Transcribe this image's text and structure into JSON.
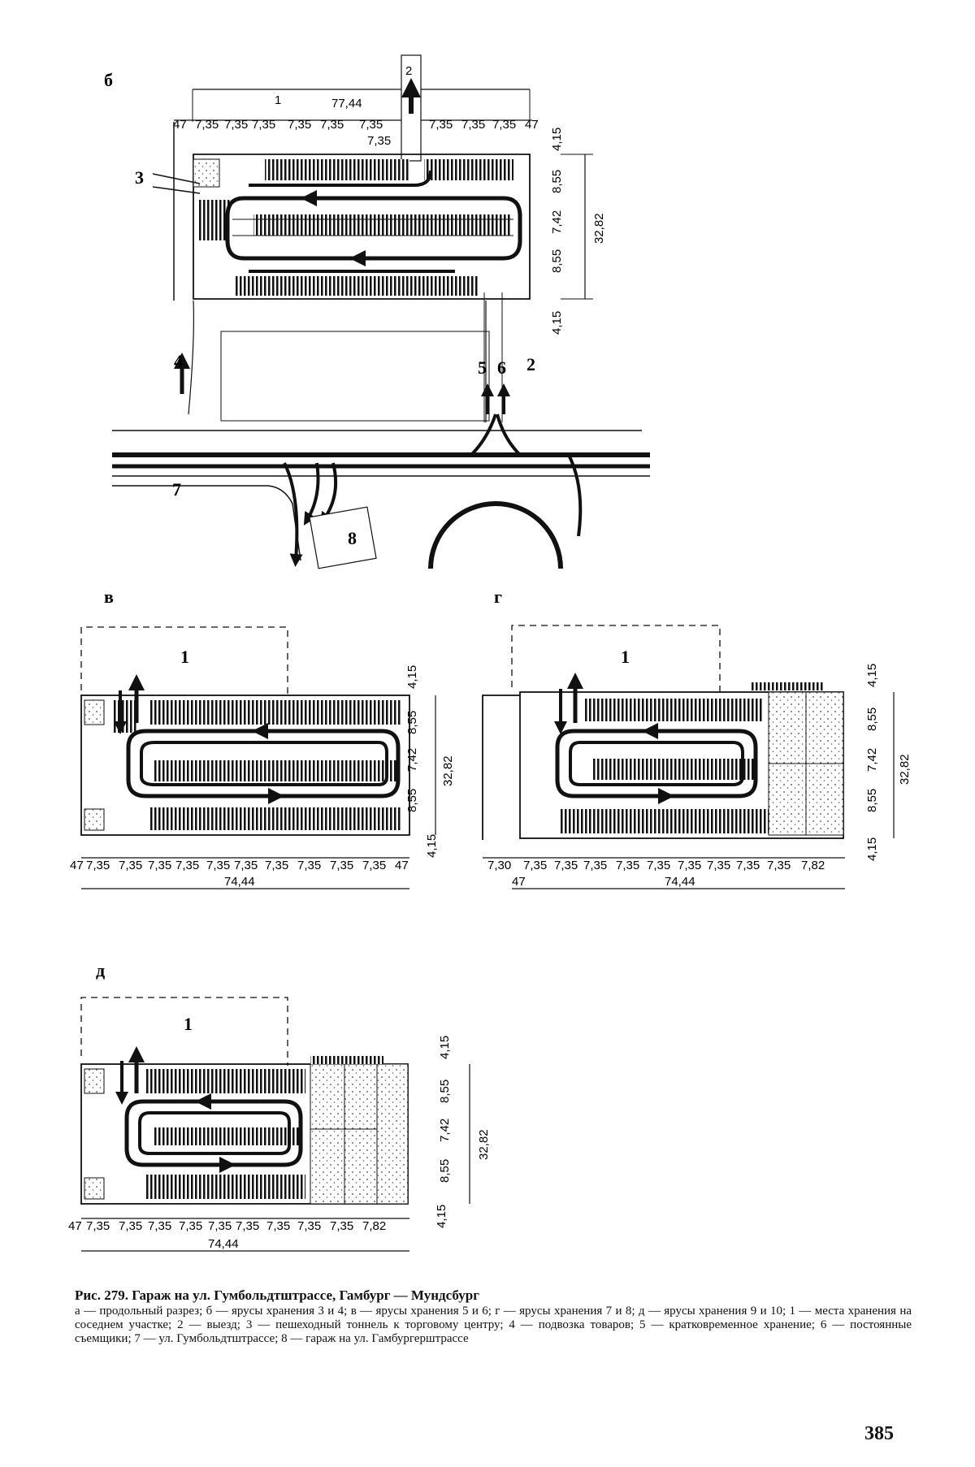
{
  "panels": {
    "b": {
      "letter": "б",
      "top_dim_total": "77,44",
      "top_dims": [
        "47",
        "7,35",
        "7,35",
        "7,35",
        "7,35",
        "7,35",
        "7,35",
        "7,35",
        "7,35",
        "7,35",
        "47"
      ],
      "top_dim_extra": "7,35",
      "side_dims": [
        "4,15",
        "8,55",
        "7,42",
        "8,55",
        "4,15"
      ],
      "side_total": "32,82",
      "callouts": [
        "1",
        "2",
        "3",
        "4",
        "5",
        "6",
        "2",
        "7",
        "8"
      ]
    },
    "v": {
      "letter": "в",
      "zone_label": "1",
      "bottom_dims": [
        "47",
        "7,35",
        "7,35",
        "7,35",
        "7,35",
        "7,35",
        "7,35",
        "7,35",
        "7,35",
        "7,35",
        "7,35",
        "47"
      ],
      "bottom_total": "74,44",
      "side_dims": [
        "4,15",
        "8,55",
        "7,42",
        "8,55",
        "4,15"
      ],
      "side_total": "32,82"
    },
    "g": {
      "letter": "г",
      "zone_label": "1",
      "bottom_dims": [
        "7,30",
        "7,35",
        "7,35",
        "7,35",
        "7,35",
        "7,35",
        "7,35",
        "7,35",
        "7,35",
        "7,35",
        "7,82"
      ],
      "bottom_left": "47",
      "bottom_total": "74,44",
      "side_dims": [
        "4,15",
        "8,55",
        "7,42",
        "8,55",
        "4,15"
      ],
      "side_total": "32,82"
    },
    "d": {
      "letter": "д",
      "zone_label": "1",
      "bottom_dims": [
        "47",
        "7,35",
        "7,35",
        "7,35",
        "7,35",
        "7,35",
        "7,35",
        "7,35",
        "7,35",
        "7,35",
        "7,82"
      ],
      "bottom_total": "74,44",
      "side_dims": [
        "4,15",
        "8,55",
        "7,42",
        "8,55",
        "4,15"
      ],
      "side_total": "32,82"
    }
  },
  "caption": {
    "title": "Рис. 279. Гараж на ул. Гумбольдтштрассе, Гамбург — Мундсбург",
    "body": "а — продольный разрез; б — ярусы хранения 3 и 4; в — ярусы хранения 5 и 6; г — ярусы хранения 7 и 8; д — ярусы хранения 9 и 10; 1 — места хранения на соседнем участке; 2 — выезд; 3 — пешеходный тоннель к торговому центру; 4 — подвозка товаров; 5 — кратковременное хранение; 6 — постоянные съемщики; 7 — ул. Гумбольдтштрассе; 8 — гараж на ул. Гамбургерштрассе"
  },
  "page_number": "385"
}
